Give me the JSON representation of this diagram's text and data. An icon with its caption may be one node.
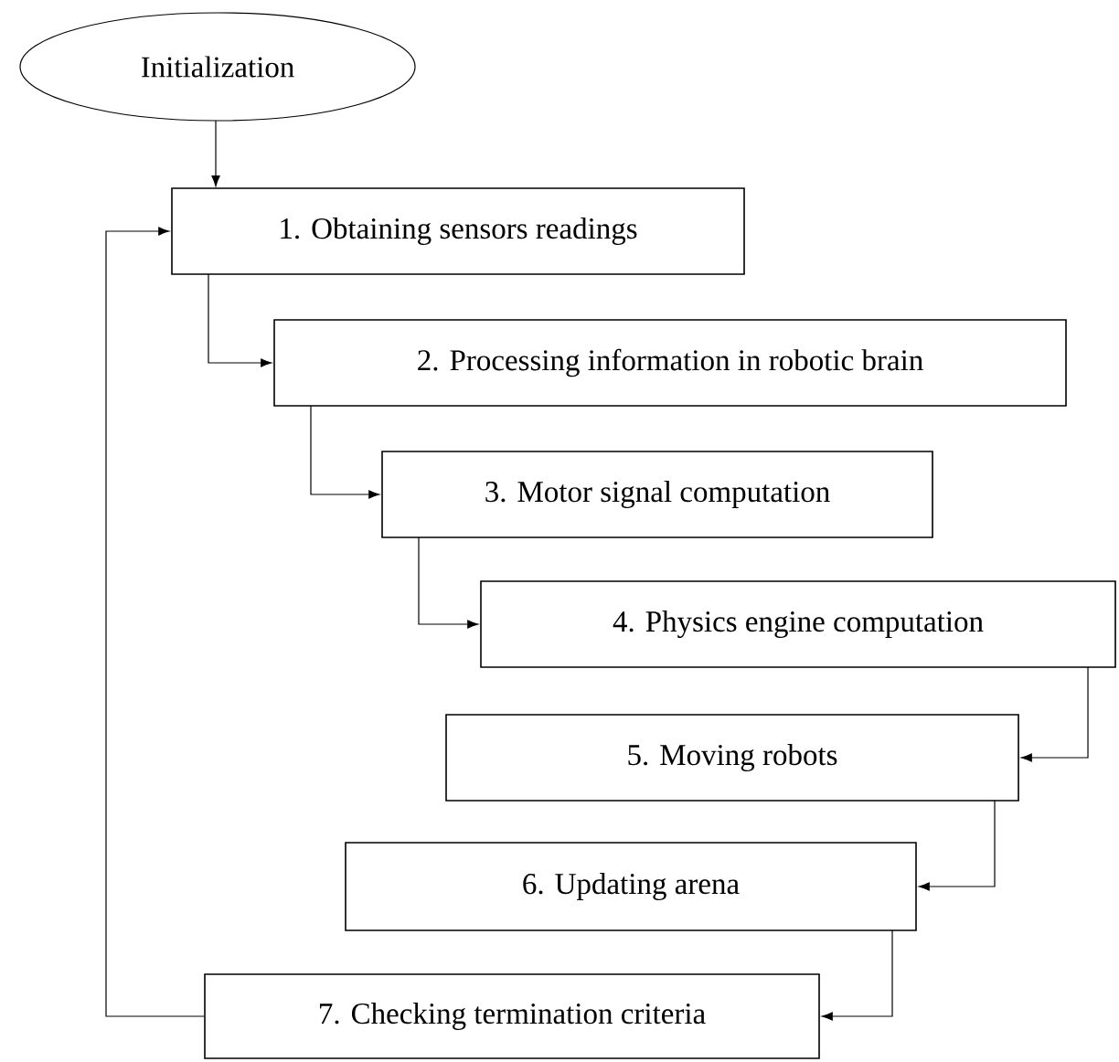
{
  "diagram": {
    "nodes": [
      {
        "text": [
          "Initialization"
        ]
      },
      {
        "text": [
          "1. Obtaining sensors readings"
        ]
      },
      {
        "text": [
          "2. Processing information in robotic brain"
        ]
      },
      {
        "text": [
          "3. Motor signal computation"
        ]
      },
      {
        "text": [
          "4. Physics engine computation"
        ]
      },
      {
        "text": [
          "5. Moving robots"
        ]
      },
      {
        "text": [
          "6. Updating arena"
        ]
      },
      {
        "text": [
          "7. Checking termination criteria"
        ]
      }
    ],
    "edges": [
      {
        "from": 0,
        "to": 1,
        "arrow": "to"
      },
      {
        "from": 1,
        "to": 2,
        "arrow": "to"
      },
      {
        "from": 2,
        "to": 3,
        "arrow": "to"
      },
      {
        "from": 3,
        "to": 4,
        "arrow": "to"
      },
      {
        "from": 4,
        "to": 5,
        "arrow": "to"
      },
      {
        "from": 5,
        "to": 6,
        "arrow": "to"
      },
      {
        "from": 6,
        "to": 7,
        "arrow": "to"
      },
      {
        "from": 7,
        "to": 1,
        "arrow": "to"
      }
    ]
  }
}
